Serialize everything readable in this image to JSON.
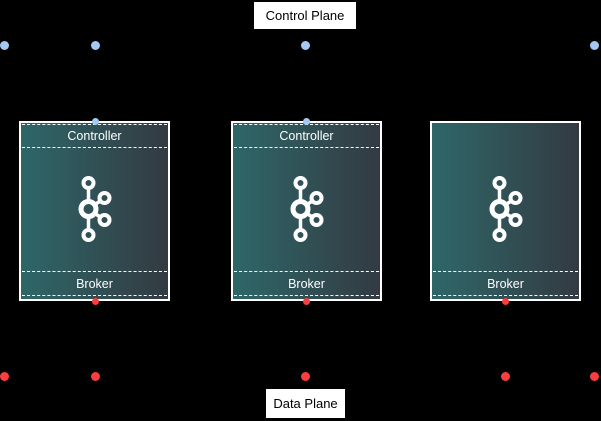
{
  "labels": {
    "control_plane": "Control Plane",
    "data_plane": "Data Plane"
  },
  "nodes": [
    {
      "controller": "Controller",
      "broker": "Broker",
      "icon": "kafka-icon"
    },
    {
      "controller": "Controller",
      "broker": "Broker",
      "icon": "kafka-icon"
    },
    {
      "broker": "Broker",
      "icon": "kafka-icon"
    }
  ],
  "colors": {
    "background": "#000000",
    "node_gradient_left": "#2e6768",
    "node_gradient_right": "#333a42",
    "node_border": "#ffffff",
    "node_text": "#ffffff",
    "control_plane_dot": "#a4c9f2",
    "data_plane_dot": "#fb3d3d",
    "label_background": "#ffffff",
    "label_text": "#000000",
    "kafka_logo": "#ffffff"
  }
}
